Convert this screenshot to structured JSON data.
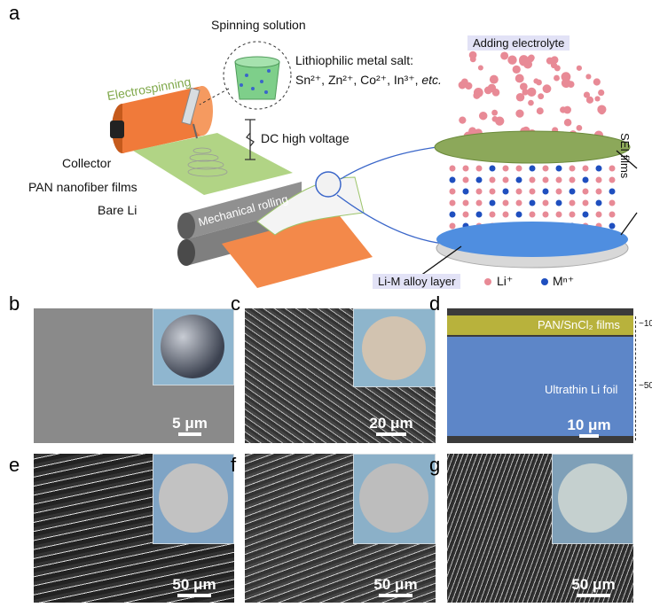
{
  "panel_labels": {
    "a": "a",
    "b": "b",
    "c": "c",
    "d": "d",
    "e": "e",
    "f": "f",
    "g": "g"
  },
  "schematic": {
    "spinning_solution": "Spinning solution",
    "metal_salt_title": "Lithiophilic metal salt:",
    "metal_salt_list": "Sn²⁺, Zn²⁺, Co²⁺, In³⁺, ",
    "metal_salt_etc": "etc.",
    "electrospinning": "Electrospinning",
    "dc_voltage": "DC high voltage",
    "collector": "Collector",
    "pan_films": "PAN nanofiber films",
    "bare_li": "Bare Li",
    "mechanical_rolling": "Mechanical rolling",
    "adding_electrolyte": "Adding electrolyte",
    "sei_films": "SEI films",
    "alloy_layer": "Li-M alloy layer",
    "legend_li": "Li⁺",
    "legend_m": "Mⁿ⁺"
  },
  "colors": {
    "li_ion": "#e88a96",
    "m_ion": "#1f4fbf",
    "collector": "#f07a3a",
    "pan_film": "#9cc46a",
    "sem_bg": "#555555"
  },
  "micrographs": {
    "b": {
      "scale": "5 μm"
    },
    "c": {
      "scale": "20 μm"
    },
    "d": {
      "top_layer": "PAN/SnCl₂ films",
      "top_thickness": "~10",
      "foil": "Ultrathin Li foil",
      "foil_thickness": "~50",
      "scale": "10 μm"
    },
    "e": {
      "scale": "50 μm"
    },
    "f": {
      "scale": "50 μm"
    },
    "g": {
      "scale": "50 μm"
    }
  }
}
